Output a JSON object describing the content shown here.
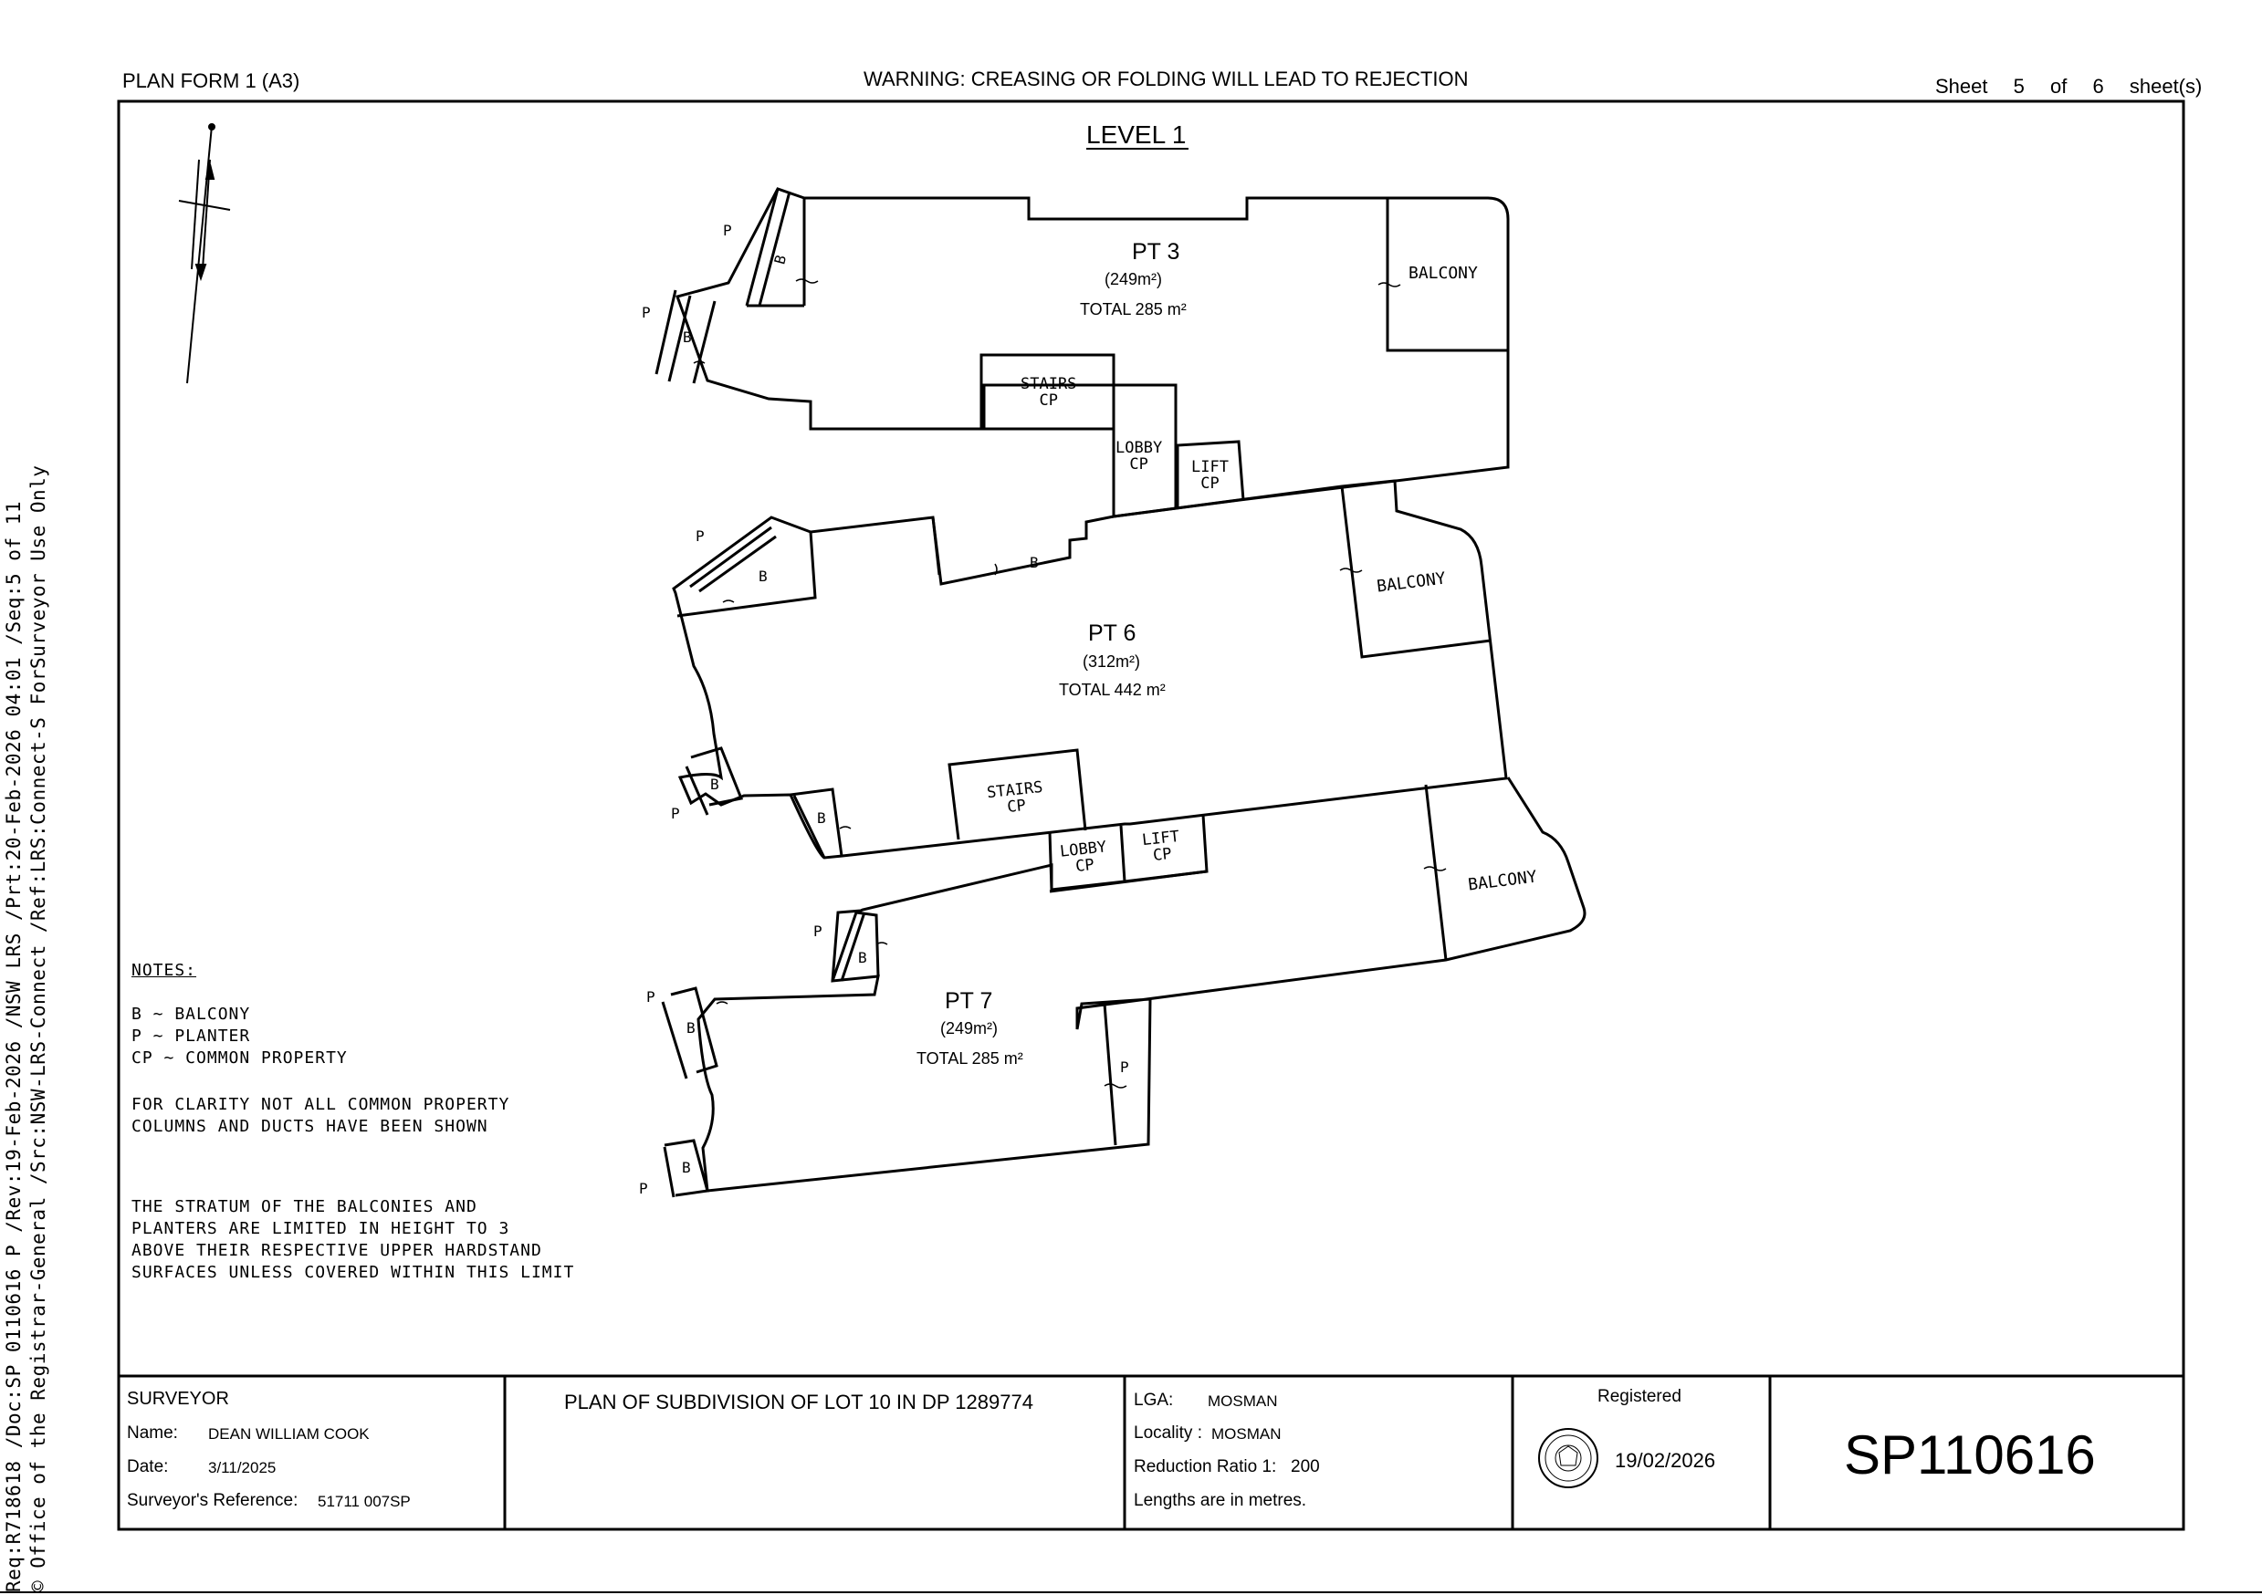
{
  "sidebar": {
    "line1": "Req:R718618 /Doc:SP 0110616 P /Rev:19-Feb-2026 /NSW LRS /Prt:20-Feb-2026 04:01 /Seq:5 of 11",
    "line2": "© Office of the Registrar-General /Src:NSW-LRS-Connect /Ref:LRS:Connect-S  ForSurveyor Use Only"
  },
  "header": {
    "form": "PLAN FORM 1 (A3)",
    "warning": "WARNING: CREASING OR FOLDING WILL LEAD TO REJECTION",
    "sheet_label": "Sheet",
    "sheet_number": "5",
    "of_label": "of",
    "sheet_total": "6",
    "sheets_label": "sheet(s)"
  },
  "plan": {
    "title": "LEVEL 1",
    "parts": [
      {
        "name": "PT 3",
        "area": "(249m²)",
        "total": "TOTAL 285 m²"
      },
      {
        "name": "PT 6",
        "area": "(312m²)",
        "total": "TOTAL 442 m²"
      },
      {
        "name": "PT 7",
        "area": "(249m²)",
        "total": "TOTAL 285 m²"
      }
    ],
    "labels": {
      "balcony": "BALCONY",
      "stairs": "STAIRS",
      "lobby": "LOBBY",
      "lift": "LIFT",
      "cp": "CP",
      "b": "B",
      "p": "P"
    }
  },
  "notes": {
    "heading": "NOTES:",
    "legend": [
      "B ~ BALCONY",
      "P ~ PLANTER",
      "CP ~ COMMON PROPERTY"
    ],
    "clarity": [
      "FOR CLARITY NOT ALL COMMON PROPERTY",
      "COLUMNS AND DUCTS HAVE BEEN SHOWN"
    ],
    "stratum": [
      "THE STRATUM OF THE BALCONIES AND",
      "PLANTERS ARE LIMITED IN HEIGHT TO 3",
      "ABOVE THEIR RESPECTIVE UPPER HARDSTAND",
      "SURFACES UNLESS COVERED WITHIN THIS LIMIT"
    ]
  },
  "title_block": {
    "surveyor_heading": "SURVEYOR",
    "name_label": "Name:",
    "name_value": "DEAN WILLIAM COOK",
    "date_label": "Date:",
    "date_value": "3/11/2025",
    "ref_label": "Surveyor's Reference:",
    "ref_value": "51711 007SP",
    "plan_title": "PLAN OF SUBDIVISION OF LOT 10 IN DP 1289774",
    "lga_label": "LGA:",
    "lga_value": "MOSMAN",
    "locality_label": "Locality :",
    "locality_value": "MOSMAN",
    "ratio_label": "Reduction Ratio 1:",
    "ratio_value": "200",
    "lengths_note": "Lengths are in metres.",
    "registered_label": "Registered",
    "registered_date": "19/02/2026",
    "plan_number": "SP110616"
  },
  "icons": [
    "north-arrow-icon",
    "registrar-seal-icon"
  ]
}
